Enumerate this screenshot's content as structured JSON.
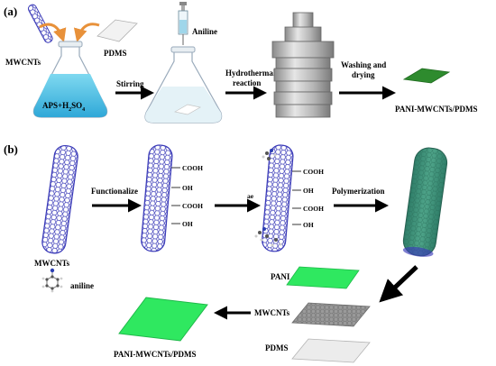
{
  "panel_a": {
    "label": "(a)",
    "mwcnts_label": "MWCNTs",
    "pdms_label": "PDMS",
    "flask_label_main": "APS+H",
    "flask_label_sub": "2",
    "flask_label_main2": "SO",
    "flask_label_sub2": "4",
    "aniline_label": "Aniline",
    "step_stirring": "Stirring",
    "step_hydro_1": "Hydrothermal",
    "step_hydro_2": "reaction",
    "step_wash_1": "Washing and",
    "step_wash_2": "drying",
    "product_label": "PANI-MWCNTs/PDMS"
  },
  "panel_b": {
    "label": "(b)",
    "mwcnts_label": "MWCNTs",
    "aniline_label": "aniline",
    "step_functionalize": "Functionalize",
    "step_ae": "ae",
    "step_polymerization": "Polymerization",
    "groups_func": [
      "COOH",
      "OH",
      "COOH",
      "OH"
    ],
    "groups_ae": [
      "COOH",
      "OH",
      "COOH",
      "OH"
    ],
    "layer_pani": "PANI",
    "layer_mwcnts": "MWCNTs",
    "layer_pdms": "PDMS",
    "product_label": "PANI-MWCNTs/PDMS"
  },
  "colors": {
    "solution": "#5cc8e8",
    "cnt": "#3a3ab8",
    "cnt_polymer": "#3f8f7a",
    "pani_film": "#2fe860",
    "pani_product_small": "#2e8b2e",
    "mwcnt_layer": "#9a9a9a",
    "pdms_layer": "#e8e8e8",
    "arrow": "#000000",
    "transfer_arrow": "#e8913a"
  }
}
